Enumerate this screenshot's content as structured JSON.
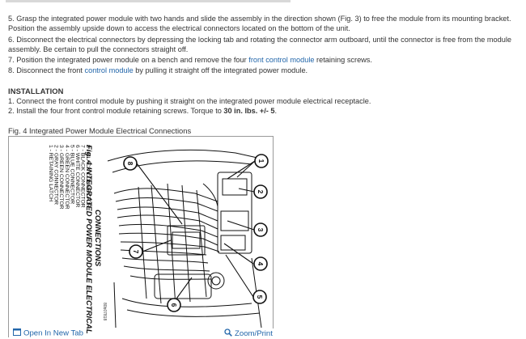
{
  "steps": [
    {
      "line1": "5. Grasp the integrated power module with two hands and slide the assembly in the direction shown (Fig. 3) to free the module from its mounting bracket.",
      "line2": "Position the assembly upside down to access the electrical connectors located on the bottom of the unit."
    },
    {
      "line1": "6. Disconnect the electrical connectors by depressing the locking tab and rotating the connector arm outboard, until the connector is free from the module",
      "line2": "assembly. Be certain to pull the connectors straight off."
    },
    {
      "pre": "7. Position the integrated power module on a bench and remove the four ",
      "link": "front control module",
      "post": " retaining screws."
    },
    {
      "pre": "8. Disconnect the front ",
      "link": "control module",
      "post": " by pulling it straight off the integrated power module."
    }
  ],
  "installation": {
    "heading": "INSTALLATION",
    "steps": [
      {
        "text": "1. Connect the front control module by pushing it straight on the integrated power module electrical receptacle."
      },
      {
        "pre": "2. Install the four front control module retaining screws. Torque to ",
        "bold": "30 in. lbs. +/- 5",
        "post": "."
      }
    ]
  },
  "figure": {
    "caption": "Fig. 4 Integrated Power Module Electrical Connections",
    "title_line1": "Fig. 4 INTEGRATED POWER MODULE ELECTRICAL",
    "title_line2": "CONNECTIONS",
    "legend": [
      "1 - RETAINING LATCH",
      "2 - GRAY CONNECTOR",
      "3 - GREEN CONNECTOR",
      "4 - GREEN CONNECTOR",
      "5 - BLUE CONNECTOR",
      "6 - WHITE CONNECTOR",
      "7 - BLACK CONNECTOR",
      "8 - BLACK CONNECTOR"
    ],
    "callouts": [
      "1",
      "2",
      "3",
      "4",
      "5",
      "6",
      "7",
      "8"
    ],
    "code": "80b07818"
  },
  "footer": {
    "open_tab": "Open In New Tab",
    "zoom": "Zoom/Print",
    "link_color": "#2266aa"
  }
}
